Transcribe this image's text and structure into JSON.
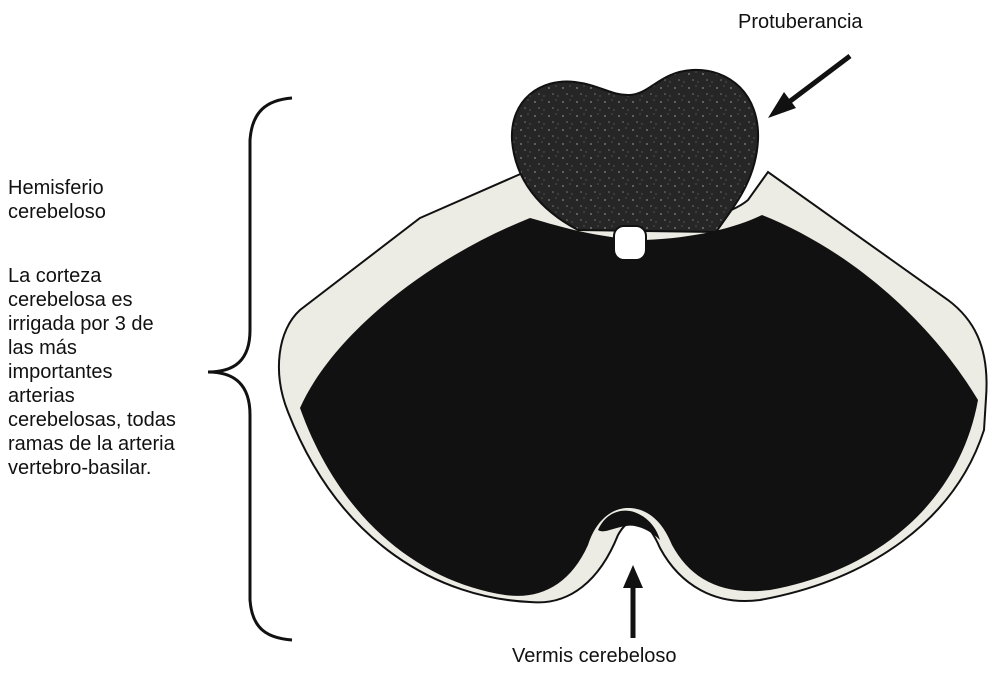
{
  "labels": {
    "protuberancia": "Protuberancia",
    "vermis": "Vermis cerebeloso",
    "hemisferio": "Hemisferio\ncerebeloso",
    "corteza": "La corteza\ncerebelosa  es\nirrigada por 3 de\nlas más\nimportantes\narterias\ncerebelosas, todas\nramas de la arteria\nvertebro-basilar."
  },
  "colors": {
    "cerebellum_fill": "#111111",
    "cortex_rim": "#ecece4",
    "pons_fill": "#2a2a2a",
    "line": "#111111"
  }
}
